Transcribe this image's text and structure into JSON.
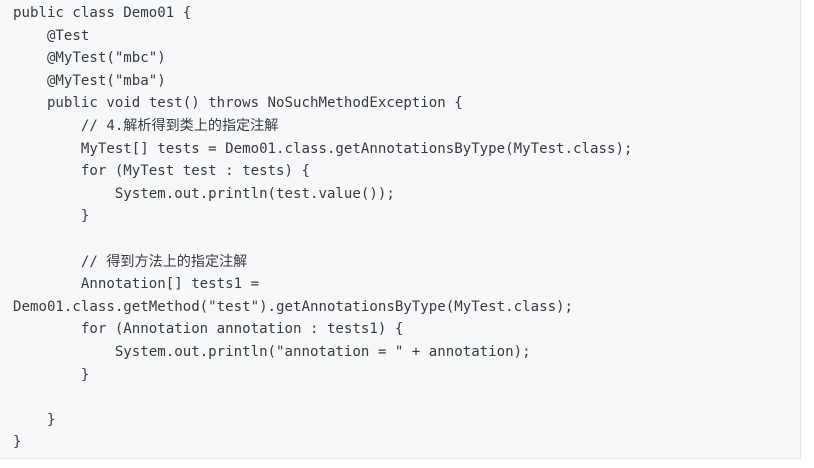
{
  "code": {
    "lines": [
      "public class Demo01 {",
      "    @Test",
      "    @MyTest(\"mbc\")",
      "    @MyTest(\"mba\")",
      "    public void test() throws NoSuchMethodException {",
      "        // 4.解析得到类上的指定注解",
      "        MyTest[] tests = Demo01.class.getAnnotationsByType(MyTest.class);",
      "        for (MyTest test : tests) {",
      "            System.out.println(test.value());",
      "        }",
      "",
      "        // 得到方法上的指定注解",
      "        Annotation[] tests1 =",
      "Demo01.class.getMethod(\"test\").getAnnotationsByType(MyTest.class);",
      "        for (Annotation annotation : tests1) {",
      "            System.out.println(\"annotation = \" + annotation);",
      "        }",
      "",
      "    }",
      "}"
    ]
  }
}
